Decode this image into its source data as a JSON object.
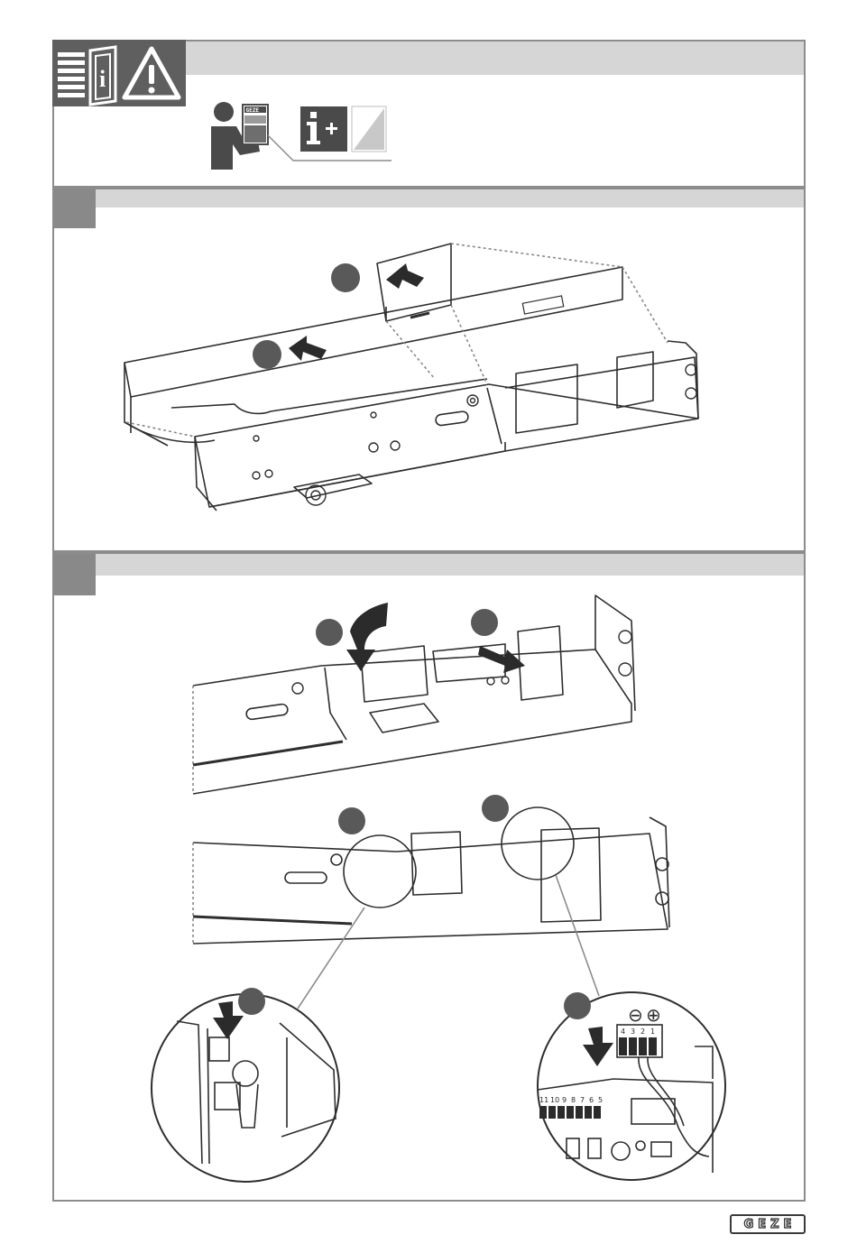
{
  "header": {
    "icons": [
      "manual-book-info-icon",
      "warning-triangle-icon"
    ],
    "read_instructions_icons": [
      "person-reading-manual-icon",
      "info-plus-icon",
      "supplement-document-icon"
    ]
  },
  "device_logo": "GEZE",
  "connector_labels": {
    "terminal_block_numbers": [
      "11",
      "10",
      "9",
      "8",
      "7",
      "6",
      "5"
    ],
    "power_connector_numbers": [
      "4",
      "3",
      "2",
      "1"
    ],
    "polarity": [
      "⊖",
      "⊕"
    ]
  },
  "footer": {
    "brand": "GEZE"
  },
  "colors": {
    "frame": "#8c8c8c",
    "band": "#d6d6d6",
    "tab": "#898989",
    "header_block": "#5f5f5f",
    "step_marker": "#595959"
  }
}
